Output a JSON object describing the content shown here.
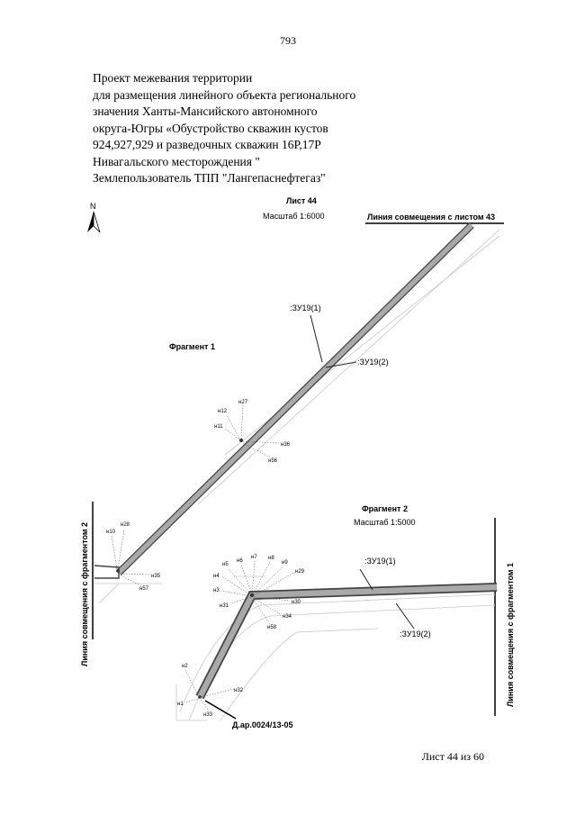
{
  "page_number": "793",
  "title_lines": [
    "Проект межевания территории",
    "для размещения линейного объекта регионального",
    "значения Ханты-Мансийского автономного",
    "округа-Югры «Обустройство скважин кустов",
    "924,927,929 и разведочных скважин 16Р,17Р",
    "Нивагальского месторождения \"",
    "Землепользователь ТПП \"Лангепаснефтегаз\""
  ],
  "sheet": {
    "title": "Лист 44",
    "scale": "Масштаб 1:6000"
  },
  "north_label": "N",
  "match_line_43": "Линия совмещения с листом 43",
  "match_line_fragment2": "Линия совмещения с фрагментом 2",
  "match_line_fragment1": "Линия совмещения с фрагментом 1",
  "fragment1": {
    "title": "Фрагмент 1",
    "parcel_1": ":ЗУ19(1)",
    "parcel_2": ":ЗУ19(2)"
  },
  "fragment2": {
    "title": "Фрагмент 2",
    "scale": "Масштаб 1:5000",
    "parcel_1": ":ЗУ19(1)",
    "parcel_2": ":ЗУ19(2)"
  },
  "point_labels_f1": [
    "н27",
    "н12",
    "н11",
    "н36",
    "н56",
    "н28",
    "н10",
    "н35",
    "н57"
  ],
  "point_labels_f2": [
    "н6",
    "н7",
    "н8",
    "н5",
    "н9",
    "н4",
    "н29",
    "н3",
    "н30",
    "н31",
    "н34",
    "н58",
    "н2",
    "н32",
    "н1",
    "н33"
  ],
  "dar_label": "Д.ар.0024/13-05",
  "footer": "Лист 44 из 60",
  "colors": {
    "strip_fill": "#a9a9a9",
    "strip_edge": "#444444",
    "thin_line": "#b0b0b0"
  }
}
